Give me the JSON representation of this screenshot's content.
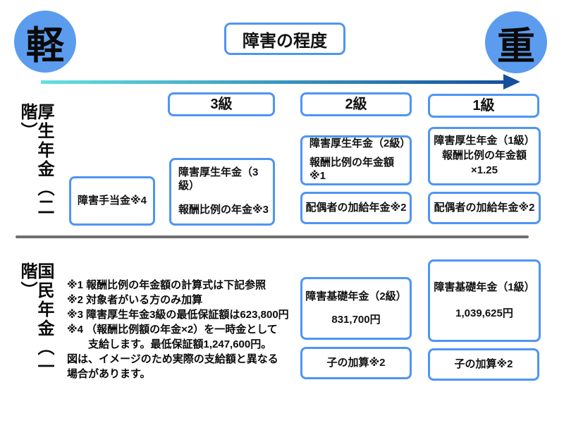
{
  "severity_scale": {
    "light": "軽",
    "title": "障害の程度",
    "heavy": "重"
  },
  "grade_headers": [
    "3級",
    "2級",
    "1級"
  ],
  "pension_tiers": {
    "kosei": {
      "axis_label": "厚生年金（二階）",
      "teate_box": [
        "障害手当金※4"
      ],
      "grade3_box": [
        "障害厚生年金（3級）",
        "報酬比例の年金※3"
      ],
      "grade2_main_box": [
        "障害厚生年金（2級）",
        "報酬比例の年金額※1"
      ],
      "grade2_spouse_box": [
        "配偶者の加給年金※2"
      ],
      "grade1_main_box": [
        "障害厚生年金（1級）",
        "報酬比例の年金額",
        "×1.25"
      ],
      "grade1_spouse_box": [
        "配偶者の加給年金※2"
      ]
    },
    "kokumin": {
      "axis_label": "国民年金（一階）",
      "grade2_basic_box": [
        "障害基礎年金（2級）",
        "831,700円"
      ],
      "grade2_child_box": [
        "子の加算※2"
      ],
      "grade1_basic_box": [
        "障害基礎年金（1級）",
        "1,039,625円"
      ],
      "grade1_child_box": [
        "子の加算※2"
      ]
    }
  },
  "notes": [
    "※1 報酬比例の年金額の計算式は下記参照",
    "※2 対象者がいる方のみ加算",
    "※3 障害厚生年金3級の最低保証額は623,800円",
    "※4 （報酬比例額の年金×2）を一時金として",
    "　　支給します。最低保証額1,247,600円。",
    "図は、イメージのため実際の支給額と異なる",
    "場合があります。"
  ],
  "colors": {
    "circle_fill": "#5B9CEE",
    "box_border": "#4E95F4",
    "arrow_gradient_start": "#63E1E0",
    "arrow_gradient_end": "#15509E",
    "divider": "#6F6F6F",
    "text": "#111111"
  }
}
